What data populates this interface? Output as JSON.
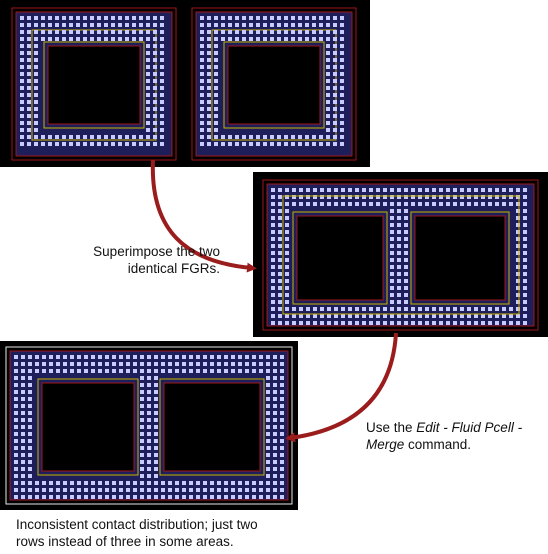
{
  "captions": {
    "superimpose_line1": "Superimpose the two",
    "superimpose_line2": "identical FGRs.",
    "use_prefix": "Use the ",
    "use_edit": "Edit - Fluid Pcell -",
    "use_merge": "Merge",
    "use_suffix": " command.",
    "inconsistent_line1": "Inconsistent contact distribution; just two",
    "inconsistent_line2": "rows instead of three in some areas."
  },
  "colors": {
    "background": "#000000",
    "contact": "#c8cbff",
    "contact_bg": "#1e1e5a",
    "red_outline": "#a01818",
    "yellow_outline": "#c8b400",
    "white_outline": "#e8e8e8",
    "arrow": "#9b1c1c"
  },
  "icons": [
    "curved-arrow-icon",
    "curved-arrow-icon"
  ]
}
